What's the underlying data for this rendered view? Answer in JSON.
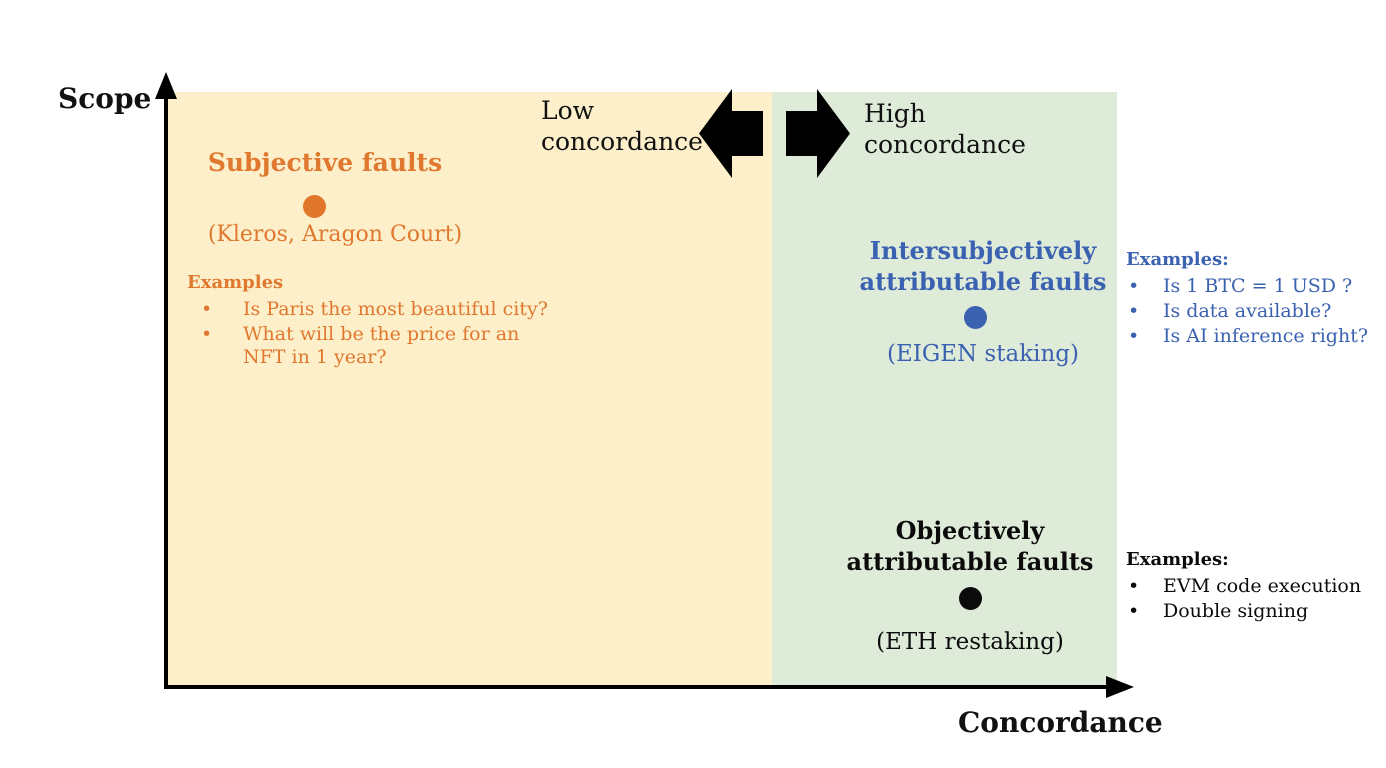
{
  "axes": {
    "y_label": "Scope",
    "x_label": "Concordance"
  },
  "concordance_header": {
    "low_label": "Low concordance",
    "high_label": "High concordance"
  },
  "icons": {
    "left_arrow": "left-block-arrow",
    "right_arrow": "right-block-arrow"
  },
  "colors": {
    "low_region_bg": "#FCEFCA",
    "high_region_bg": "#DFEBD9",
    "subjective": "#E0782F",
    "intersubjective": "#3B62B1",
    "objective": "#0B0B0B",
    "axis": "#000000"
  },
  "groups": [
    {
      "id": "subjective",
      "title": "Subjective faults",
      "subtitle": "(Kleros, Aragon Court)",
      "examples_title": "Examples",
      "examples": [
        "Is Paris the most beautiful city?",
        "What will be the price for an NFT in 1 year?"
      ]
    },
    {
      "id": "intersubjective",
      "title": "Intersubjectively attributable faults",
      "subtitle": "(EIGEN staking)",
      "examples_title": "Examples:",
      "examples": [
        "Is 1 BTC = 1 USD ?",
        "Is data available?",
        "Is AI inference right?"
      ]
    },
    {
      "id": "objective",
      "title": "Objectively attributable faults",
      "subtitle": "(ETH restaking)",
      "examples_title": "Examples:",
      "examples": [
        "EVM code execution",
        "Double signing"
      ]
    }
  ]
}
